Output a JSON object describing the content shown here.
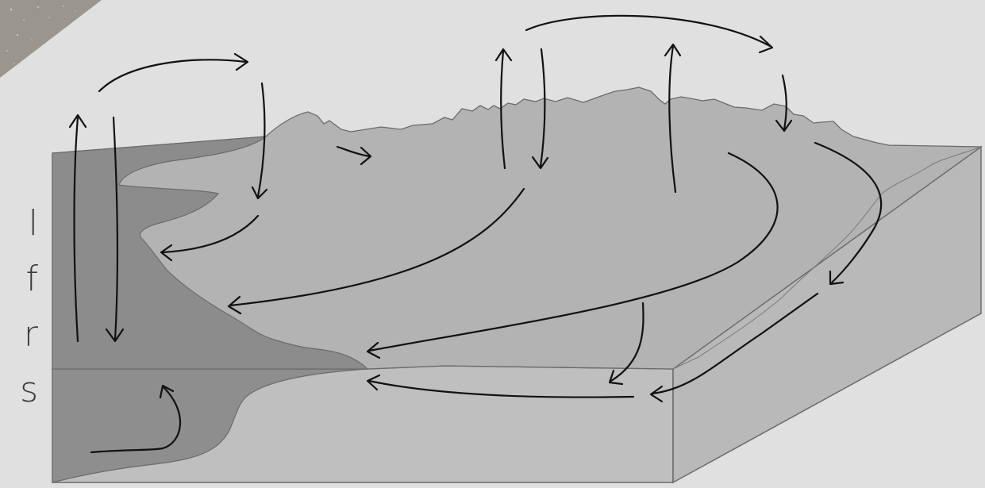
{
  "side_text": [
    "l",
    "f",
    "r",
    "s"
  ],
  "colors": {
    "background": "#e0e0e0",
    "land_surface": "#b3b3b3",
    "water_body": "#8c8c8c",
    "block_front": "#bfbfbf",
    "block_side": "#b9b9b9",
    "water_front": "#8e8e8e",
    "rock_corner": "#9a958f",
    "outline": "#6b6b6b",
    "arrow": "#111111"
  }
}
